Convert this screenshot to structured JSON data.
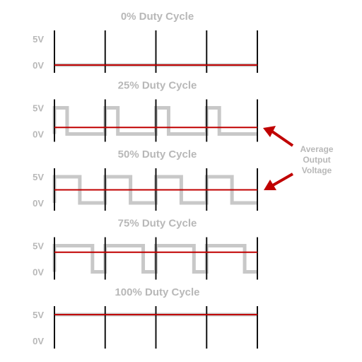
{
  "colors": {
    "wave": "#c8c8c8",
    "average": "#c00000",
    "tick": "#111111",
    "text": "#b8b8b8",
    "annotation": "#b8b8b8",
    "arrow": "#c00000"
  },
  "labels": {
    "high": "5V",
    "low": "0V"
  },
  "annotation": {
    "line1": "Average",
    "line2": "Output",
    "line3": "Voltage"
  },
  "panels": [
    {
      "title": "0% Duty Cycle",
      "duty": 0.0
    },
    {
      "title": "25% Duty Cycle",
      "duty": 0.25
    },
    {
      "title": "50% Duty Cycle",
      "duty": 0.5
    },
    {
      "title": "75% Duty Cycle",
      "duty": 0.75
    },
    {
      "title": "100% Duty Cycle",
      "duty": 1.0
    }
  ],
  "periods": 4
}
